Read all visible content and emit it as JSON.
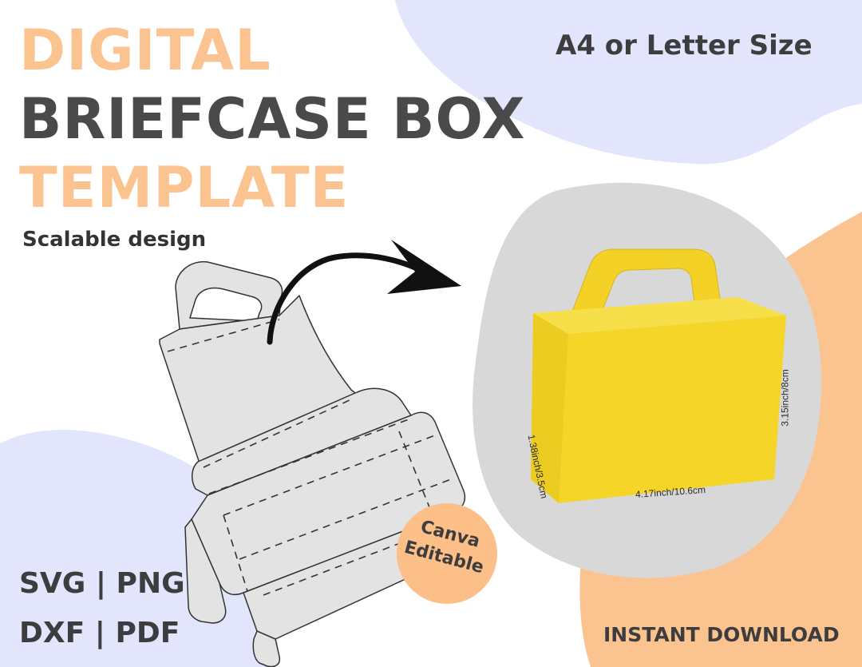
{
  "title": {
    "line1": "DIGITAL",
    "line2": "BRIEFCASE BOX",
    "line3": "TEMPLATE"
  },
  "subtitle": "Scalable design",
  "size_label": "A4 or Letter Size",
  "formats": {
    "line1": "SVG | PNG",
    "line2": "DXF | PDF"
  },
  "badge": {
    "line1": "Canva",
    "line2": "Editable"
  },
  "dimensions": {
    "depth": "1.38inch/3.5cm",
    "height": "3.15inch/8cm",
    "width": "4.17inch/10.6cm"
  },
  "download_label": "INSTANT DOWNLOAD",
  "colors": {
    "accent_peach": "#fbc38f",
    "dark_text": "#4a4a4c",
    "lavender_blob": "#e2e5fb",
    "box_yellow": "#f5d527"
  }
}
